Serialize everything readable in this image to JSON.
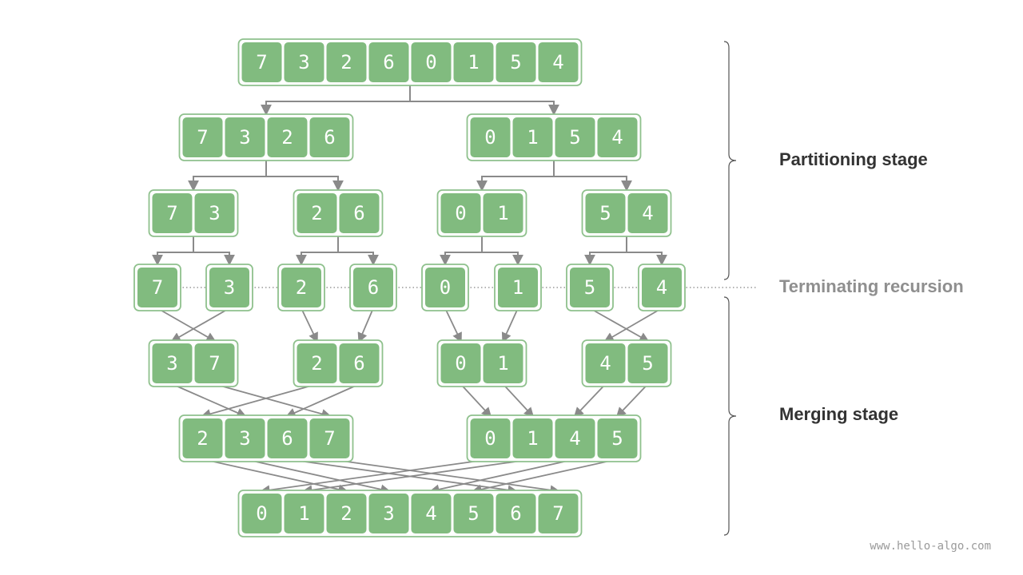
{
  "labels": {
    "partitioning": "Partitioning stage",
    "terminating": "Terminating recursion",
    "merging": "Merging stage"
  },
  "watermark": "www.hello-algo.com",
  "colors": {
    "cell_fill": "#81bb7f",
    "cell_border": "#8fc18d",
    "arrow": "#8a8a8a",
    "text_dark": "#333333",
    "text_muted": "#8f8f8f"
  },
  "levels": [
    {
      "stage": "partition",
      "arrays": [
        [
          7,
          3,
          2,
          6,
          0,
          1,
          5,
          4
        ]
      ]
    },
    {
      "stage": "partition",
      "arrays": [
        [
          7,
          3,
          2,
          6
        ],
        [
          0,
          1,
          5,
          4
        ]
      ]
    },
    {
      "stage": "partition",
      "arrays": [
        [
          7,
          3
        ],
        [
          2,
          6
        ],
        [
          0,
          1
        ],
        [
          5,
          4
        ]
      ]
    },
    {
      "stage": "terminate",
      "arrays": [
        [
          7
        ],
        [
          3
        ],
        [
          2
        ],
        [
          6
        ],
        [
          0
        ],
        [
          1
        ],
        [
          5
        ],
        [
          4
        ]
      ]
    },
    {
      "stage": "merge",
      "arrays": [
        [
          3,
          7
        ],
        [
          2,
          6
        ],
        [
          0,
          1
        ],
        [
          4,
          5
        ]
      ]
    },
    {
      "stage": "merge",
      "arrays": [
        [
          2,
          3,
          6,
          7
        ],
        [
          0,
          1,
          4,
          5
        ]
      ]
    },
    {
      "stage": "merge",
      "arrays": [
        [
          0,
          1,
          2,
          3,
          4,
          5,
          6,
          7
        ]
      ]
    }
  ]
}
